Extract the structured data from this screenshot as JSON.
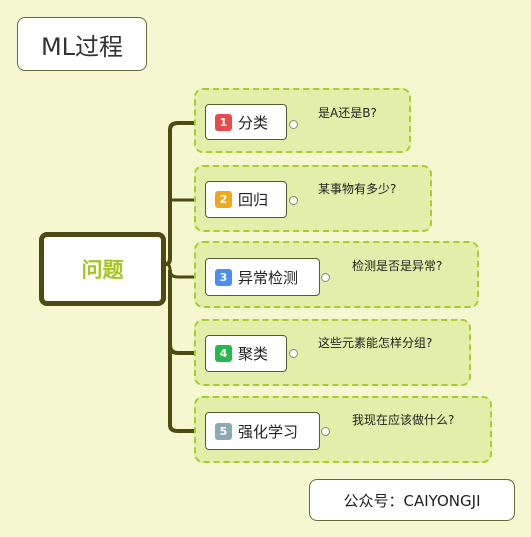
{
  "title": "ML过程",
  "central_topic": "问题",
  "footer": "公众号：CAIYONGJI",
  "colors": {
    "background": "#f5f7d0",
    "group_fill": "#e3eeaa",
    "group_border": "#a9cc2c",
    "central_border": "#4d4a12",
    "central_text": "#a7c520"
  },
  "branches": [
    {
      "number": "1",
      "label": "分类",
      "badge_color": "#e64c4c",
      "question": "是A还是B?"
    },
    {
      "number": "2",
      "label": "回归",
      "badge_color": "#f0a81c",
      "question": "某事物有多少?"
    },
    {
      "number": "3",
      "label": "异常检测",
      "badge_color": "#4c8df0",
      "question": "检测是否是异常?"
    },
    {
      "number": "4",
      "label": "聚类",
      "badge_color": "#25b84d",
      "question": "这些元素能怎样分组?"
    },
    {
      "number": "5",
      "label": "强化学习",
      "badge_color": "#8aaab5",
      "question": "我现在应该做什么?"
    }
  ]
}
